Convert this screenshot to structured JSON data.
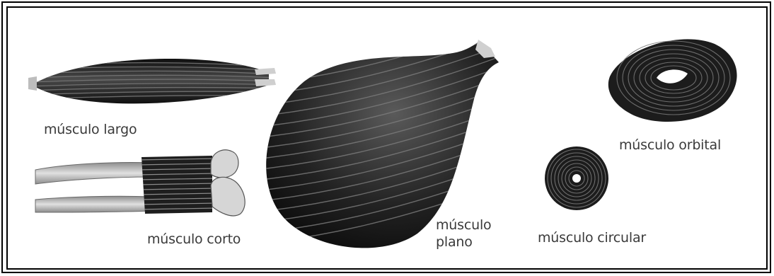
{
  "labels": {
    "largo": "músculo largo",
    "corto": "músculo corto",
    "plano_line1": "músculo",
    "plano_line2": "plano",
    "orbital": "músculo orbital",
    "circular": "músculo circular"
  },
  "colors": {
    "muscle": "#1c1c1c",
    "muscle_stripe": "#8a8a8a",
    "tendon": "#bdbdbd",
    "frame": "#000000",
    "label": "#3a3a3a"
  }
}
